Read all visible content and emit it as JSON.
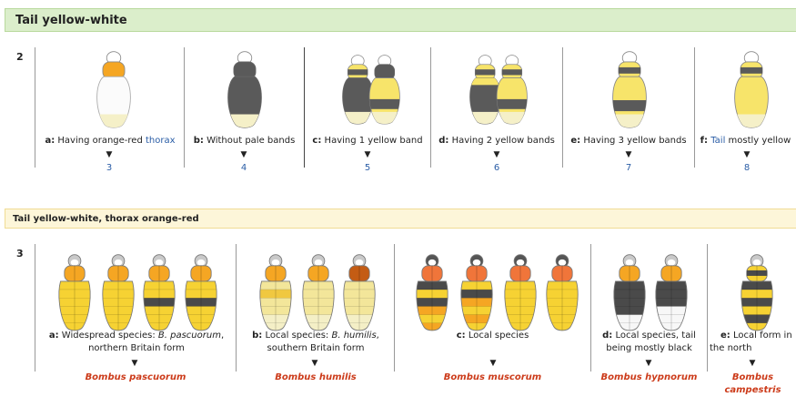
{
  "section1": {
    "title": "Tail yellow-white",
    "step": "2",
    "options": [
      {
        "letter": "a:",
        "pre": "Having orange-red ",
        "link": "thorax",
        "post": "",
        "goto": "3"
      },
      {
        "letter": "b:",
        "pre": "Without pale bands",
        "link": "",
        "post": "",
        "goto": "4"
      },
      {
        "letter": "c:",
        "pre": "Having 1 yellow band",
        "link": "",
        "post": "",
        "goto": "5"
      },
      {
        "letter": "d:",
        "pre": "Having 2 yellow bands",
        "link": "",
        "post": "",
        "goto": "6"
      },
      {
        "letter": "e:",
        "pre": "Having 3 yellow bands",
        "link": "",
        "post": "",
        "goto": "7"
      },
      {
        "letter": "f:",
        "pre": "",
        "link": "Tail",
        "post": " mostly yellow",
        "goto": "8"
      }
    ]
  },
  "section2": {
    "title": "Tail yellow-white, thorax orange-red",
    "step": "3",
    "options": [
      {
        "letter": "a:",
        "line1_pre": "Widespread species: ",
        "line1_em": "B. pascuorum",
        "line1_post": ",",
        "line2": "northern Britain form",
        "species": "Bombus pascuorum"
      },
      {
        "letter": "b:",
        "line1_pre": "Local species: ",
        "line1_em": "B. humilis",
        "line1_post": ",",
        "line2": "southern Britain form",
        "species": "Bombus humilis"
      },
      {
        "letter": "c:",
        "line1_pre": "Local species",
        "line1_em": "",
        "line1_post": "",
        "line2": "",
        "species": "Bombus muscorum"
      },
      {
        "letter": "d:",
        "line1_pre": "Local species, tail",
        "line1_em": "",
        "line1_post": "",
        "line2": "being mostly black",
        "species": "Bombus hypnorum"
      },
      {
        "letter": "e:",
        "line1_pre": "Local form in",
        "line1_em": "",
        "line1_post": "",
        "line2": "the north",
        "species_line1": "Bombus",
        "species_line2": "campestris"
      }
    ]
  },
  "arrow_glyph": "▼",
  "colors": {
    "green_header": "#dbeecb",
    "yellow_header": "#fdf6d9",
    "link_blue": "#2a5da6",
    "species_red": "#cc3b1a",
    "bee_dark": "#5a5a5a",
    "bee_yellow": "#f7e46a",
    "bee_orange": "#f5a623"
  }
}
